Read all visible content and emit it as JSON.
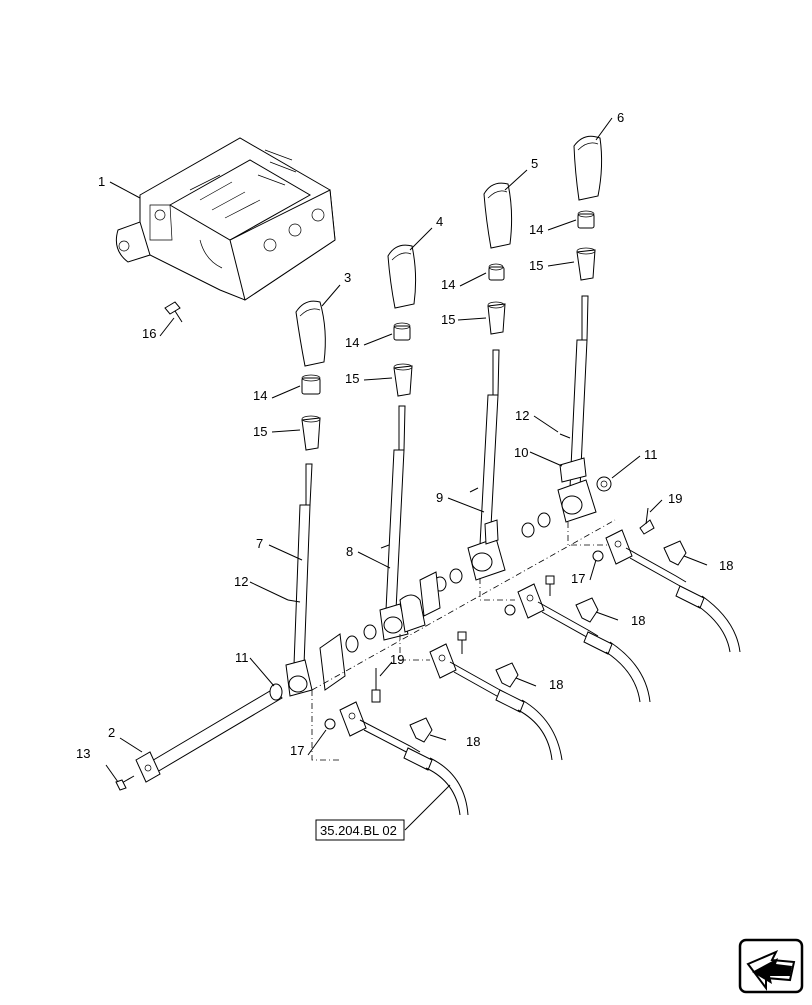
{
  "callouts": {
    "c1": "1",
    "c2": "2",
    "c3": "3",
    "c4": "4",
    "c5": "5",
    "c6": "6",
    "c7": "7",
    "c8": "8",
    "c9": "9",
    "c10": "10",
    "c11a": "11",
    "c11b": "11",
    "c12a": "12",
    "c12b": "12",
    "c13": "13",
    "c14a": "14",
    "c14b": "14",
    "c14c": "14",
    "c14d": "14",
    "c15a": "15",
    "c15b": "15",
    "c15c": "15",
    "c15d": "15",
    "c16": "16",
    "c17a": "17",
    "c17b": "17",
    "c18a": "18",
    "c18b": "18",
    "c18c": "18",
    "c18d": "18",
    "c19a": "19",
    "c19b": "19"
  },
  "reference": "35.204.BL 02",
  "nav_icon": "next-page-arrow-icon"
}
